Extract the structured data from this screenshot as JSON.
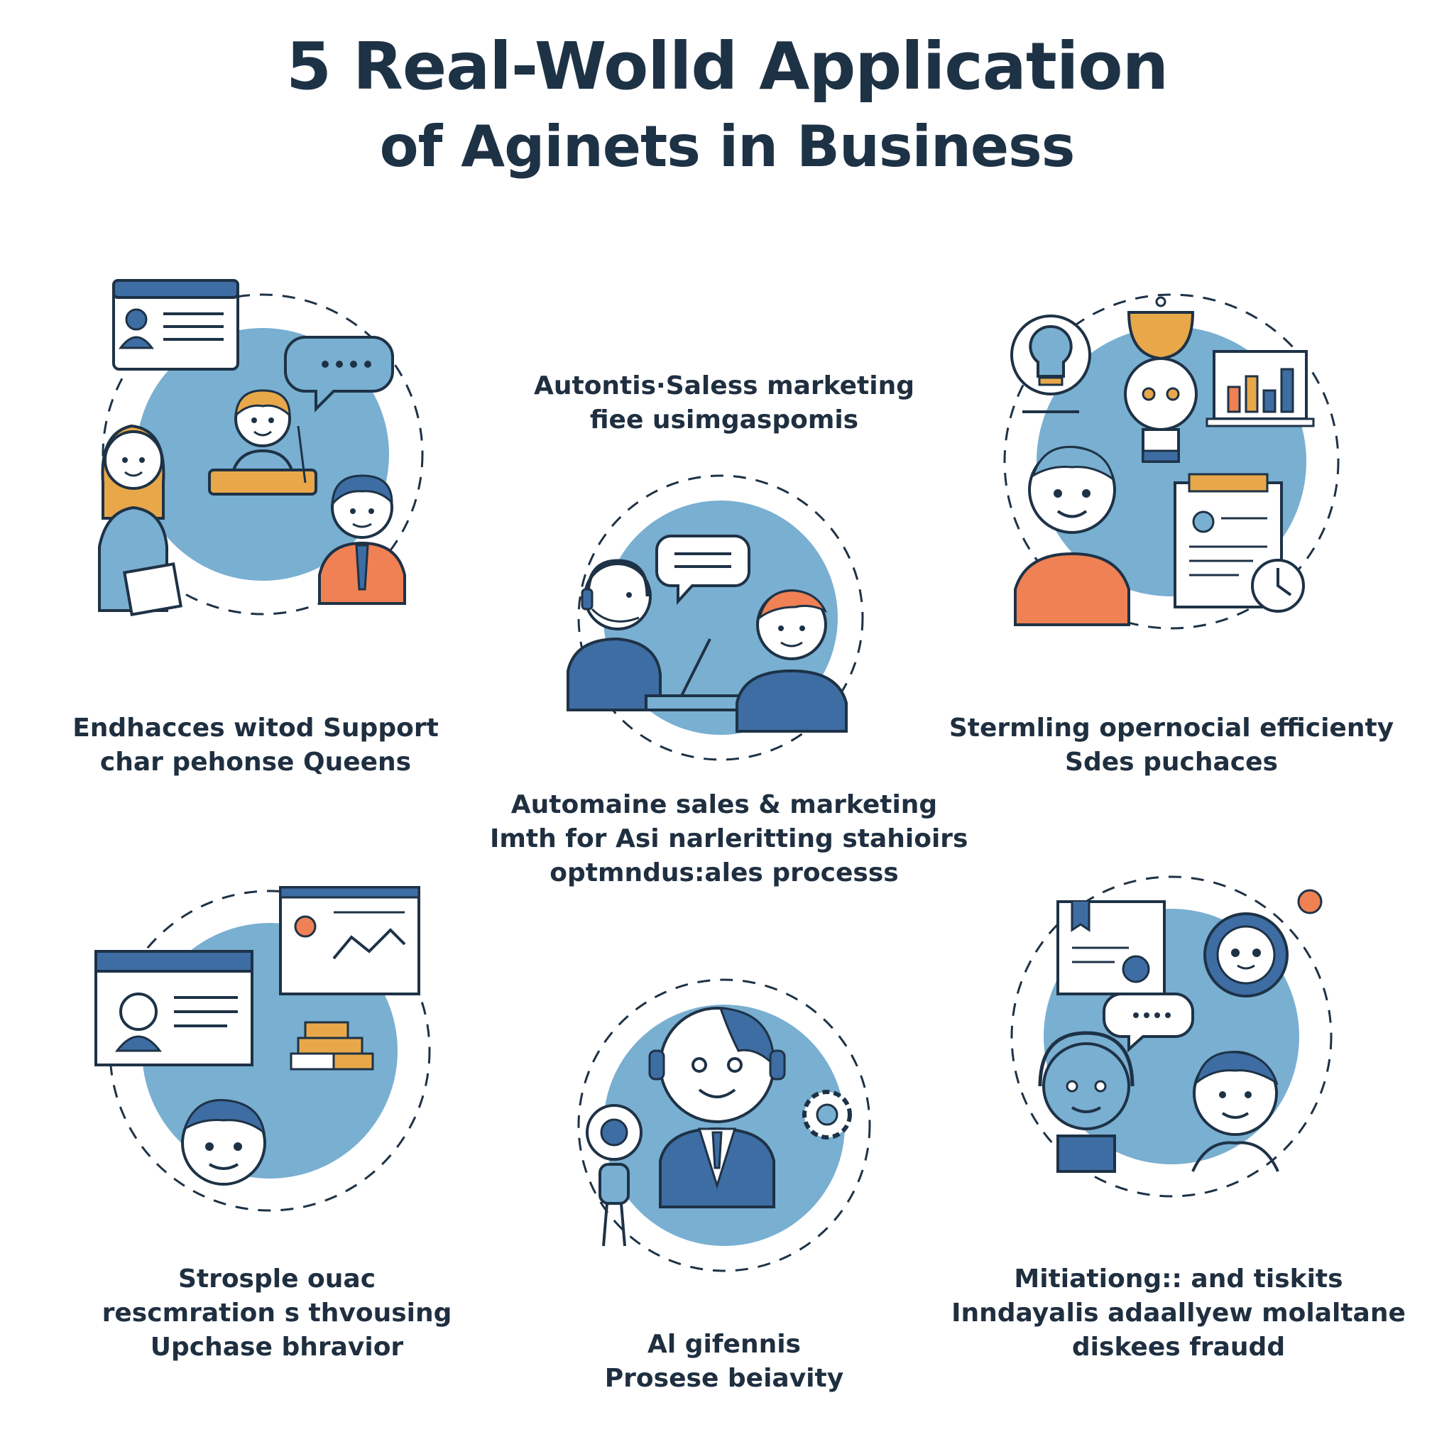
{
  "title": {
    "line1": "5 Real-Wolld Application",
    "line2": "of Aginets in Business"
  },
  "captions": {
    "top_center": [
      "Autontis·Saless marketing",
      "fiee usimgaspomis"
    ],
    "top_left": [
      "Endhacces witod Support",
      "char pehonse  Queens"
    ],
    "top_right": [
      "Stermling opernocial efficienty",
      "Sdes puchaces"
    ],
    "middle_center": [
      "Automaine sales & marketing",
      "Imth for Asi  narleritting stahioirs",
      "optmndus:ales processs"
    ],
    "bottom_left": [
      "Strosple ouac",
      "rescmration s thvousing",
      "Upchase bhravior"
    ],
    "bottom_center": [
      "Al gifennis",
      "Prosese beiavity"
    ],
    "bottom_right": [
      "Mitiationg:: and tiskits",
      "Inndayalis adaallyew molaltane",
      "diskees  fraudd"
    ]
  },
  "icons": {
    "scene_1": [
      "profile-card-icon",
      "chat-bubble-icon",
      "agent-person-icon",
      "woman-with-clipboard-icon",
      "businessman-icon"
    ],
    "scene_2": [
      "headset-agent-icon",
      "chat-bubble-icon",
      "laptop-icon",
      "customer-person-icon"
    ],
    "scene_3": [
      "lightbulb-icon",
      "trophy-icon",
      "robot-icon",
      "bar-chart-monitor-icon",
      "person-icon",
      "document-icon",
      "clock-icon"
    ],
    "scene_4": [
      "profile-card-icon",
      "analytics-monitor-icon",
      "stacked-boxes-icon",
      "person-icon"
    ],
    "scene_5": [
      "ai-agent-suit-icon",
      "robot-small-icon",
      "gear-icon"
    ],
    "scene_6": [
      "certificate-icon",
      "robot-icon",
      "chat-bubble-icon",
      "headset-robot-icon",
      "person-icon"
    ]
  },
  "colors": {
    "title": "#1e3246",
    "circle_fill": "#79afd1",
    "stroke": "#1e3246",
    "primary_blue": "#3d6da3",
    "orange": "#ef8154",
    "gold": "#e8a84a",
    "skin": "#ffffff"
  }
}
